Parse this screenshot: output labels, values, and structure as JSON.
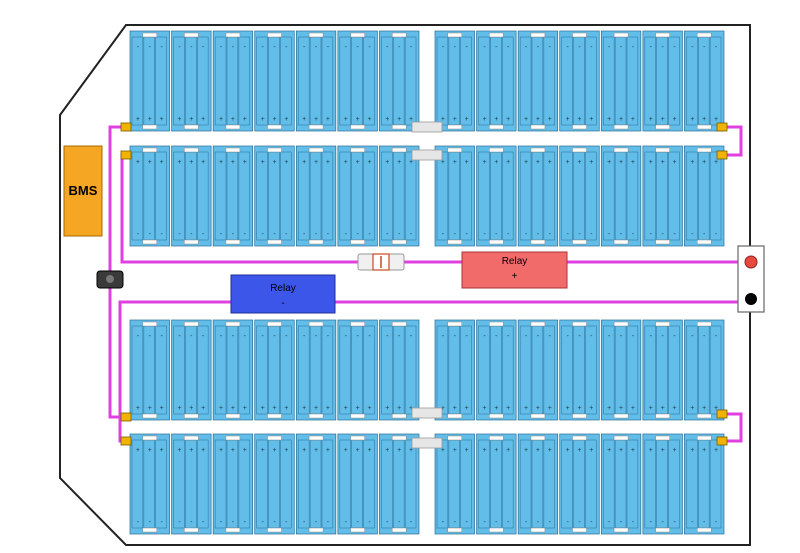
{
  "bms": {
    "label": "BMS",
    "color": "#f5a623"
  },
  "relay_positive": {
    "name": "Relay",
    "sign": "+",
    "color": "#f26b6b"
  },
  "relay_negative": {
    "name": "Relay",
    "sign": "-",
    "color": "#3b56e8"
  },
  "terminals": {
    "positive_color": "#e8493f",
    "negative_color": "#000000"
  },
  "colors": {
    "wire": "#e040e0",
    "cell_fill": "#62bde8",
    "cell_stroke": "#2b6f97",
    "enclosure": "#222222",
    "cap": "#ffffff",
    "connector": "#f0b400",
    "fuse": "#f0f0f0",
    "fuse_band": "#d0471d"
  },
  "battery": {
    "banks": 4,
    "cells_per_module": 3,
    "modules_per_bank": 14,
    "cell_top_mark": "-",
    "cell_bottom_mark": "+"
  }
}
